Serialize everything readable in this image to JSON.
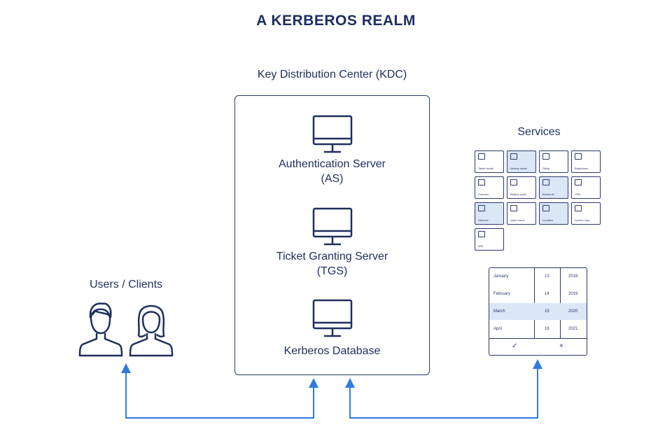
{
  "title": "A KERBEROS REALM",
  "kdc": {
    "label": "Key Distribution Center (KDC)",
    "servers": [
      {
        "name": "Authentication Server",
        "abbr": "(AS)",
        "icon": "monitor-icon"
      },
      {
        "name": "Ticket Granting Server",
        "abbr": "(TGS)",
        "icon": "monitor-icon"
      },
      {
        "name": "Kerberos Database",
        "abbr": "",
        "icon": "monitor-icon"
      }
    ]
  },
  "users": {
    "label": "Users / Clients",
    "icons": [
      "male-user-icon",
      "female-user-icon"
    ]
  },
  "services": {
    "label": "Services",
    "tiles": [
      {
        "label": "Tablet mode",
        "active": false
      },
      {
        "label": "Nearby share",
        "active": true
      },
      {
        "label": "Sleep",
        "active": false
      },
      {
        "label": "Brightness",
        "active": false
      },
      {
        "label": "Connect",
        "active": false
      },
      {
        "label": "Battery saver",
        "active": false
      },
      {
        "label": "Bluetooth",
        "active": true
      },
      {
        "label": "VPN",
        "active": false
      },
      {
        "label": "Network",
        "active": true
      },
      {
        "label": "Quiet hours",
        "active": false
      },
      {
        "label": "Location",
        "active": true
      },
      {
        "label": "Screen cast",
        "active": false
      },
      {
        "label": "Wifi",
        "active": false
      }
    ],
    "picker": {
      "rows": [
        {
          "month": "January",
          "day": "13",
          "year": "2018",
          "selected": false
        },
        {
          "month": "February",
          "day": "14",
          "year": "2019",
          "selected": false
        },
        {
          "month": "March",
          "day": "15",
          "year": "2020",
          "selected": true
        },
        {
          "month": "April",
          "day": "16",
          "year": "2021",
          "selected": false
        }
      ],
      "confirm": "✓",
      "cancel": "×"
    }
  },
  "colors": {
    "navy": "#1e2f5c",
    "arrow": "#2f7be0",
    "highlight": "#dbe6f7"
  }
}
